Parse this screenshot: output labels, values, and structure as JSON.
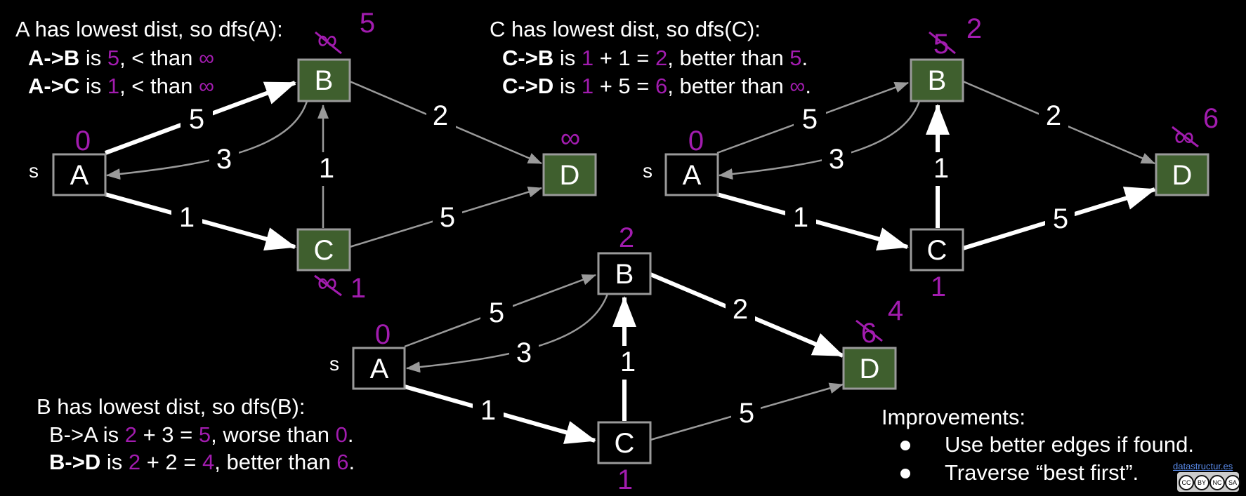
{
  "inf": "∞",
  "panel1": {
    "heading": "A has lowest dist, so dfs(A):",
    "l1": {
      "edge": "A->B",
      "is": " is ",
      "v": "5",
      "rest": ", < than ",
      "inf": "∞"
    },
    "l2": {
      "edge": "A->C",
      "is": " is ",
      "v": "1",
      "rest": ", < than ",
      "inf": "∞"
    },
    "nodes": {
      "A": "A",
      "B": "B",
      "C": "C",
      "D": "D"
    },
    "source_label": "s",
    "dist": {
      "A": "0",
      "B_new": "5",
      "C_new": "1",
      "D": "∞"
    },
    "weights": {
      "AB": "5",
      "BA": "3",
      "AC": "1",
      "CB": "1",
      "BD": "2",
      "CD": "5"
    }
  },
  "panel2": {
    "heading": "C has lowest dist, so dfs(C):",
    "l1": {
      "edge": "C->B",
      "is": " is ",
      "a": "1",
      "mid": " + 1 = ",
      "b": "2",
      "rest": ", better than ",
      "c": "5",
      "end": "."
    },
    "l2": {
      "edge": "C->D",
      "is": " is ",
      "a": "1",
      "mid": " + 5 = ",
      "b": "6",
      "rest": ", better than ",
      "c": "∞",
      "end": "."
    },
    "nodes": {
      "A": "A",
      "B": "B",
      "C": "C",
      "D": "D"
    },
    "source_label": "s",
    "dist": {
      "A": "0",
      "B_old": "5",
      "B_new": "2",
      "C": "1",
      "D_new": "6"
    },
    "weights": {
      "AB": "5",
      "BA": "3",
      "AC": "1",
      "CB": "1",
      "BD": "2",
      "CD": "5"
    }
  },
  "panel3": {
    "heading": "B has lowest dist, so dfs(B):",
    "l1": {
      "edge": "B->A",
      "is": " is ",
      "a": "2",
      "mid": " + 3 = ",
      "b": "5",
      "rest": ", worse than ",
      "c": "0",
      "end": "."
    },
    "l2": {
      "edge": "B->D",
      "is": " is ",
      "a": "2",
      "mid": " + 2 = ",
      "b": "4",
      "rest": ", better than ",
      "c": "6",
      "end": "."
    },
    "nodes": {
      "A": "A",
      "B": "B",
      "C": "C",
      "D": "D"
    },
    "source_label": "s",
    "dist": {
      "A": "0",
      "B": "2",
      "C": "1",
      "D_old": "6",
      "D_new": "4"
    },
    "weights": {
      "AB": "5",
      "BA": "3",
      "AC": "1",
      "CB": "1",
      "BD": "2",
      "CD": "5"
    }
  },
  "improvements": {
    "title": "Improvements:",
    "items": [
      "Use better edges if found.",
      "Traverse “best first”."
    ]
  },
  "footer": {
    "site": "datastructur.es",
    "license_icons": [
      "CC",
      "BY",
      "NC",
      "SA"
    ]
  },
  "colors": {
    "purple": "#a21caf",
    "node_green": "#3f5f2e",
    "node_border": "#9a9a9a",
    "gray_edge": "#9a9a9a",
    "white": "#ffffff"
  }
}
